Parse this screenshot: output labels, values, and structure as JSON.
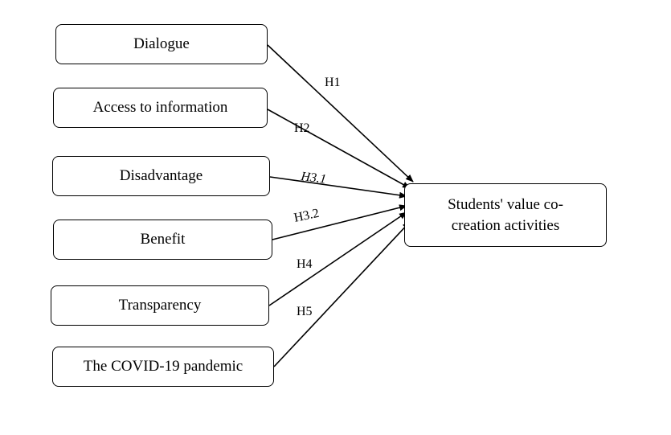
{
  "diagram": {
    "predictors": [
      {
        "id": "dialogue",
        "label": "Dialogue"
      },
      {
        "id": "access",
        "label": "Access to information"
      },
      {
        "id": "disadvantage",
        "label": "Disadvantage"
      },
      {
        "id": "benefit",
        "label": "Benefit"
      },
      {
        "id": "transparency",
        "label": "Transparency"
      },
      {
        "id": "covid",
        "label": "The COVID-19 pandemic"
      }
    ],
    "outcome": {
      "line1": "Students' value co-",
      "line2": "creation activities"
    },
    "hypotheses": [
      {
        "from": "dialogue",
        "label": "H1"
      },
      {
        "from": "access",
        "label": "H2"
      },
      {
        "from": "disadvantage",
        "label": "H3.1"
      },
      {
        "from": "benefit",
        "label": "H3.2"
      },
      {
        "from": "transparency",
        "label": "H4"
      },
      {
        "from": "covid",
        "label": "H5"
      }
    ]
  }
}
